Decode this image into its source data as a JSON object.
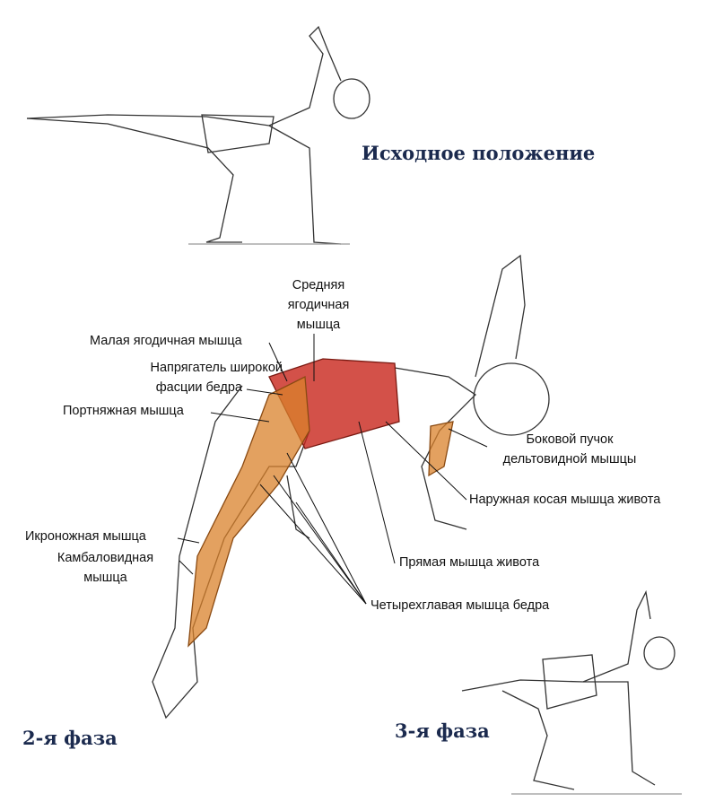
{
  "titles": {
    "start_position": "Исходное положение",
    "phase2": "2-я фаза",
    "phase3": "3-я фаза"
  },
  "labels": {
    "gluteus_medius": [
      "Средняя",
      "ягодичная",
      "мышца"
    ],
    "gluteus_minimus": "Малая ягодичная мышца",
    "tensor_fasciae_latae": [
      "Напрягатель широкой",
      "фасции бедра"
    ],
    "sartorius": "Портняжная мышца",
    "lateral_deltoid": [
      "Боковой пучок",
      "дельтовидной мышцы"
    ],
    "external_oblique": "Наружная косая мышца живота",
    "gastrocnemius": "Икроножная мышца",
    "soleus": [
      "Камбаловидная",
      "мышца"
    ],
    "rectus_abdominis": "Прямая мышца живота",
    "quadriceps": "Четырехглавая мышца бедра"
  },
  "colors": {
    "title": "#1b2a4e",
    "muscle": "#c8261c",
    "leg_muscle": "#d9822b"
  }
}
